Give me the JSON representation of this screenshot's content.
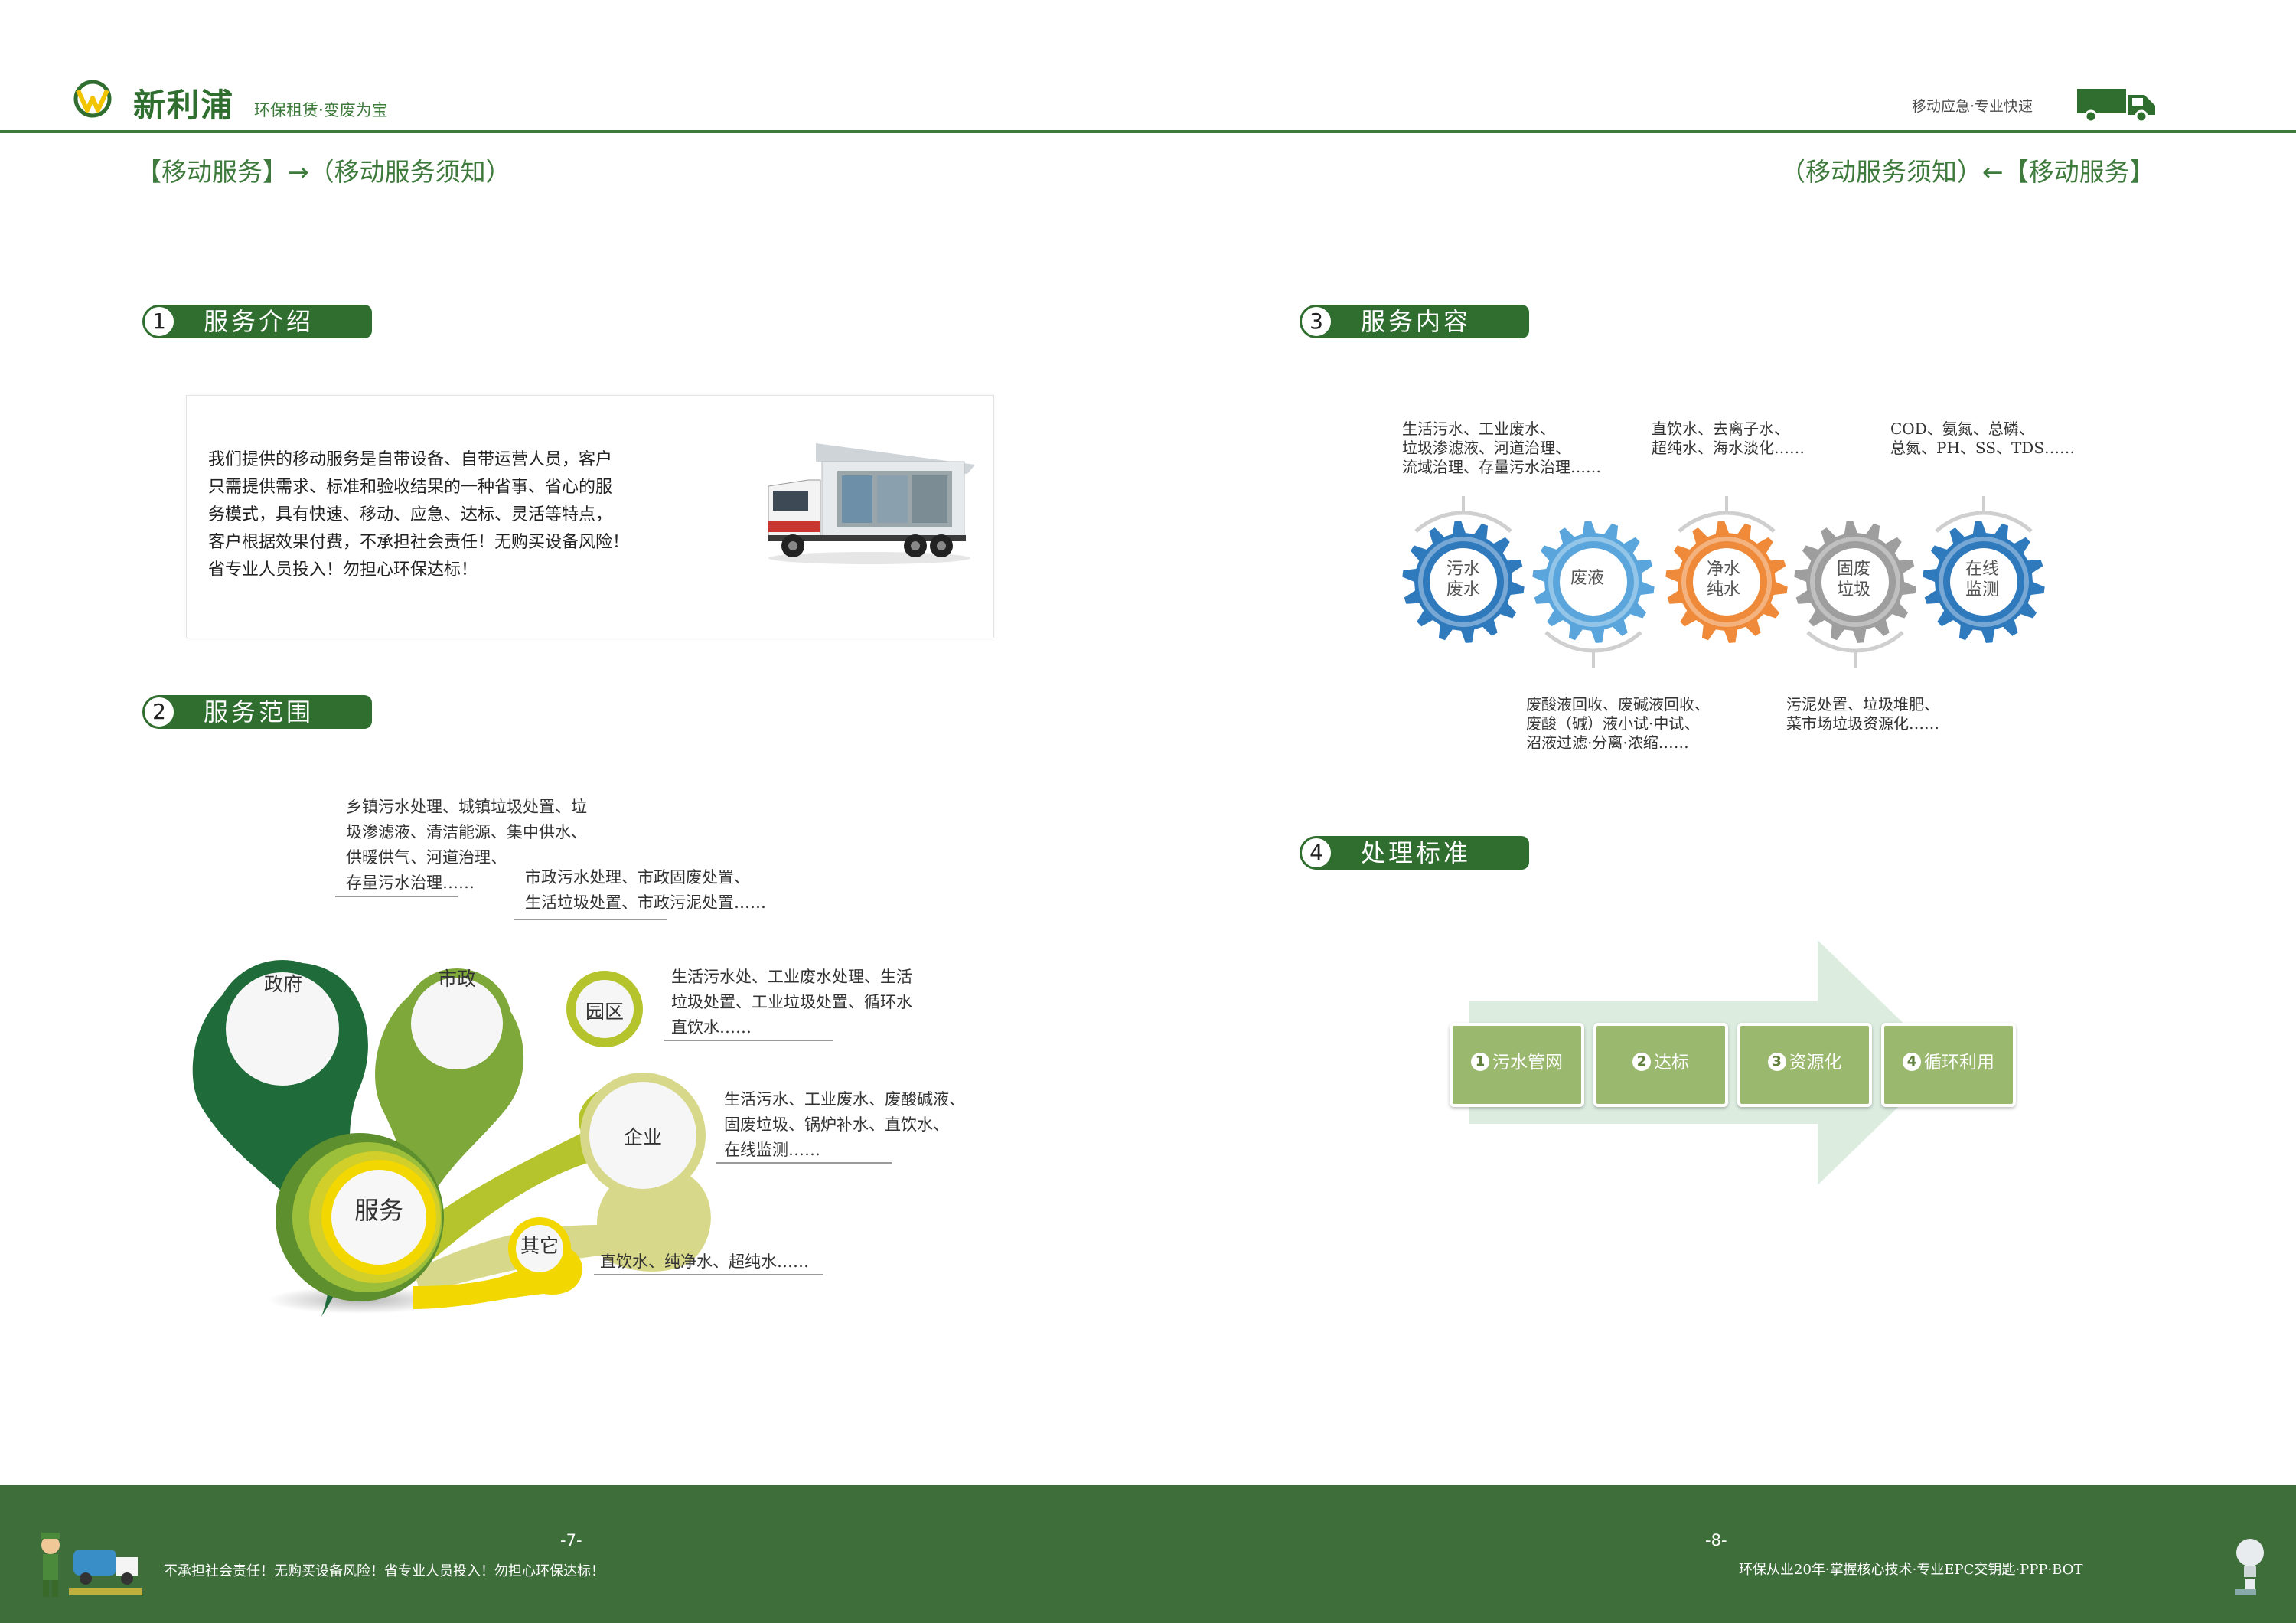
{
  "header": {
    "brand": "新利浦",
    "slogan": "环保租赁·变废为宝",
    "top_right": "移动应急·专业快速",
    "breadcrumb_left": "【移动服务】→（移动服务须知）",
    "breadcrumb_right": "（移动服务须知）←【移动服务】"
  },
  "sections": {
    "s1": {
      "num": "1",
      "title": "服务介绍"
    },
    "s2": {
      "num": "2",
      "title": "服务范围"
    },
    "s3": {
      "num": "3",
      "title": "服务内容"
    },
    "s4": {
      "num": "4",
      "title": "处理标准"
    }
  },
  "intro": {
    "lines": [
      "我们提供的移动服务是自带设备、自带运营人员，客户",
      "只需提供需求、标准和验收结果的一种省事、省心的服",
      "务模式，具有快速、移动、应急、达标、灵活等特点，",
      "客户根据效果付费，不承担社会责任！无购买设备风险！",
      "省专业人员投入！勿担心环保达标！"
    ]
  },
  "scope": {
    "center": "服务",
    "nodes": {
      "gov": "政府",
      "muni": "市政",
      "park": "园区",
      "ent": "企业",
      "other": "其它"
    },
    "captions": {
      "gov": [
        "乡镇污水处理、城镇垃圾处置、垃",
        "圾渗滤液、清洁能源、集中供水、",
        "供暖供气、河道治理、",
        "存量污水治理……"
      ],
      "muni": [
        "市政污水处理、市政固废处置、",
        "生活垃圾处置、市政污泥处置……"
      ],
      "park": [
        "生活污水处、工业废水处理、生活",
        "垃圾处置、工业垃圾处置、循环水",
        "直饮水……"
      ],
      "ent": [
        "生活污水、工业废水、废酸碱液、",
        "固废垃圾、锅炉补水、直饮水、",
        "在线监测……"
      ],
      "other": [
        "直饮水、纯净水、超纯水……"
      ]
    }
  },
  "content": {
    "gears": [
      {
        "label": [
          "污水",
          "废水"
        ],
        "color": "#2f79bd"
      },
      {
        "label": [
          "废液"
        ],
        "color": "#5aa6dc"
      },
      {
        "label": [
          "净水",
          "纯水"
        ],
        "color": "#ef8a3a"
      },
      {
        "label": [
          "固废",
          "垃圾"
        ],
        "color": "#9e9e9e"
      },
      {
        "label": [
          "在线",
          "监测"
        ],
        "color": "#2f79bd"
      }
    ],
    "top_captions": [
      [
        "生活污水、工业废水、",
        "垃圾渗滤液、河道治理、",
        "流域治理、存量污水治理……"
      ],
      [
        "直饮水、去离子水、",
        "超纯水、海水淡化……"
      ],
      [
        "COD、氨氮、总磷、",
        "总氮、PH、SS、TDS……"
      ]
    ],
    "bottom_captions": [
      [
        "废酸液回收、废碱液回收、",
        "废酸（碱）液小试·中试、",
        "沼液过滤·分离·浓缩……"
      ],
      [
        "污泥处置、垃圾堆肥、",
        "菜市场垃圾资源化……"
      ]
    ]
  },
  "standard": {
    "steps": [
      {
        "n": "1",
        "label": "污水管网"
      },
      {
        "n": "2",
        "label": "达标"
      },
      {
        "n": "3",
        "label": "资源化"
      },
      {
        "n": "4",
        "label": "循环利用"
      }
    ]
  },
  "footer": {
    "page_left": "-7-",
    "page_right": "-8-",
    "left_text": "不承担社会责任！无购买设备风险！省专业人员投入！勿担心环保达标！",
    "right_text": "环保从业20年·掌握核心技术·专业EPC交钥匙·PPP·BOT"
  }
}
